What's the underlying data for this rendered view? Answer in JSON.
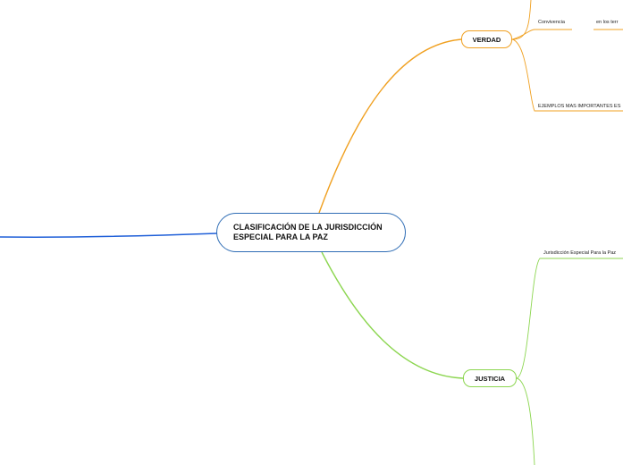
{
  "central": {
    "label": "CLASIFICACIÓN DE LA JURISDICCIÓN ESPECIAL PARA LA PAZ"
  },
  "verdad": {
    "label": "VERDAD",
    "children": [
      "Convivencia",
      "en los terr",
      "EJEMPLOS MAS IMPORTANTES ES"
    ]
  },
  "justicia": {
    "label": "JUSTICIA",
    "children": [
      "Jurisdicción Especial Para la Paz"
    ]
  },
  "colors": {
    "central_border": "#2f6db5",
    "left_branch": "#1f5fd8",
    "verdad": "#f0a020",
    "justicia": "#8cd650"
  }
}
